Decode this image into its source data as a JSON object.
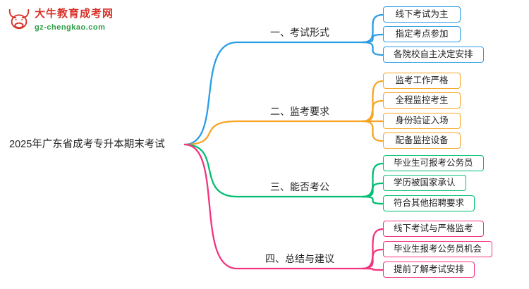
{
  "logo": {
    "title": "大牛教育成考网",
    "domain": "gz-chengkao.com",
    "brand_red": "#d8332b",
    "brand_green": "#2e9e46"
  },
  "root": {
    "label": "2025年广东省成考专升本期末考试"
  },
  "branches": [
    {
      "label": "一、考试形式",
      "color": "#2b9de3",
      "children": [
        "线下考试为主",
        "指定考点参加",
        "各院校自主决定安排"
      ]
    },
    {
      "label": "二、监考要求",
      "color": "#f7a523",
      "children": [
        "监考工作严格",
        "全程监控考生",
        "身份验证入场",
        "配备监控设备"
      ]
    },
    {
      "label": "三、能否考公",
      "color": "#00bf72",
      "children": [
        "毕业生可报考公务员",
        "学历被国家承认",
        "符合其他招聘要求"
      ]
    },
    {
      "label": "四、总结与建议",
      "color": "#f4337f",
      "children": [
        "线下考试与严格监考",
        "毕业生报考公务员机会",
        "提前了解考试安排"
      ]
    }
  ]
}
